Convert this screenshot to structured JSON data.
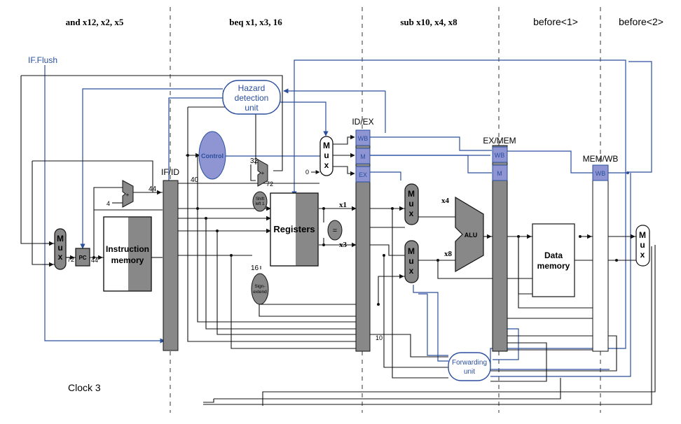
{
  "stages": [
    {
      "instr": "and x12, x2, x5"
    },
    {
      "instr": "beq x1, x3, 16"
    },
    {
      "instr": "sub x10, x4, x8"
    },
    {
      "instr": "before<1>"
    },
    {
      "instr": "before<2>"
    }
  ],
  "labels": {
    "if_flush": "IF.Flush",
    "hazard": [
      "Hazard",
      "detection",
      "unit"
    ],
    "control": "Control",
    "mux_letters": [
      "M",
      "u",
      "x"
    ],
    "if_id": "IF/ID",
    "id_ex": "ID/EX",
    "ex_mem": "EX/MEM",
    "mem_wb": "MEM/WB",
    "wb": "WB",
    "m": "M",
    "ex": "EX",
    "pc": "PC",
    "instruction_memory": [
      "Instruction",
      "memory"
    ],
    "registers": "Registers",
    "equals": "=",
    "shift_left": [
      "Shift",
      "left 1"
    ],
    "sign_extend": [
      "Sign-",
      "extend"
    ],
    "alu": "ALU",
    "data_memory": [
      "Data",
      "memory"
    ],
    "forwarding": [
      "Forwarding",
      "unit"
    ],
    "clock": "Clock 3",
    "plus": "+",
    "four": "4",
    "zero": "0",
    "n72": "72",
    "n44": "44",
    "n40": "40",
    "n32": "32",
    "n16": "16",
    "n10": "10",
    "x1": "x1",
    "x3": "x3",
    "x4": "x4",
    "x8": "x8"
  },
  "colors": {
    "line": "#111111",
    "blue": "#2a4f9e",
    "register_fill": "#7f7f7f",
    "control_fill": "#8f95d3",
    "oval_fill": "#8a8a8a",
    "pipe_cell": "#8f95d3"
  }
}
